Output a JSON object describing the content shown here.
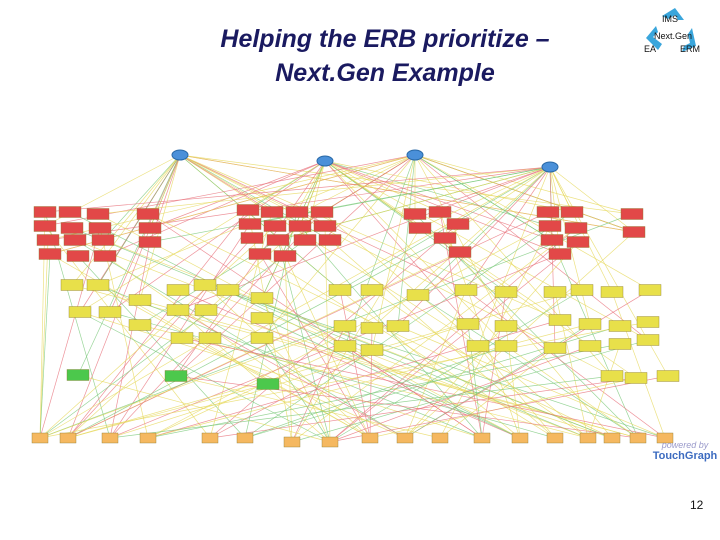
{
  "slide": {
    "title_line1": "Helping the ERB prioritize –",
    "title_line2": "Next.Gen Example",
    "page_number": "12"
  },
  "logo": {
    "top": "IMS",
    "center": "Next.Gen",
    "left": "EA",
    "right": "ERM"
  },
  "credit": {
    "powered_by": "powered by",
    "brand": "TouchGraph"
  },
  "colors": {
    "hub": "#4a90d9",
    "edge_red": "#e8707a",
    "edge_yellow": "#e6d85a",
    "edge_green": "#78c878",
    "node_red": "#e24848",
    "node_yellow": "#e8e04a",
    "node_green": "#4cc84c",
    "node_orange": "#f5b860"
  }
}
